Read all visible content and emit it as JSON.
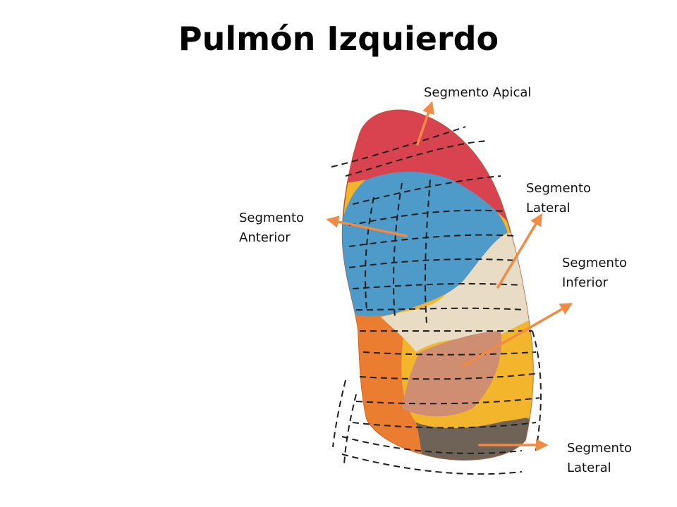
{
  "title": "Pulmón Izquierdo",
  "labels": {
    "apical": {
      "lines": [
        "Segmento Apical"
      ]
    },
    "lateral_upper": {
      "lines": [
        "Segmento",
        "Lateral"
      ]
    },
    "anterior": {
      "lines": [
        "Segmento",
        "Anterior"
      ]
    },
    "inferior": {
      "lines": [
        "Segmento",
        "Inferior"
      ]
    },
    "lateral_lower": {
      "lines": [
        "Segmento",
        "Lateral"
      ]
    }
  },
  "colors": {
    "apical": "#d9434f",
    "anterior": "#4e9ac9",
    "lingular": "#e8dcc4",
    "inferior": "#cf8d72",
    "lateral": "#f2b52c",
    "basal": "#ea7d2f",
    "posterior": "#6f6357",
    "arrow": "#f08a44"
  }
}
